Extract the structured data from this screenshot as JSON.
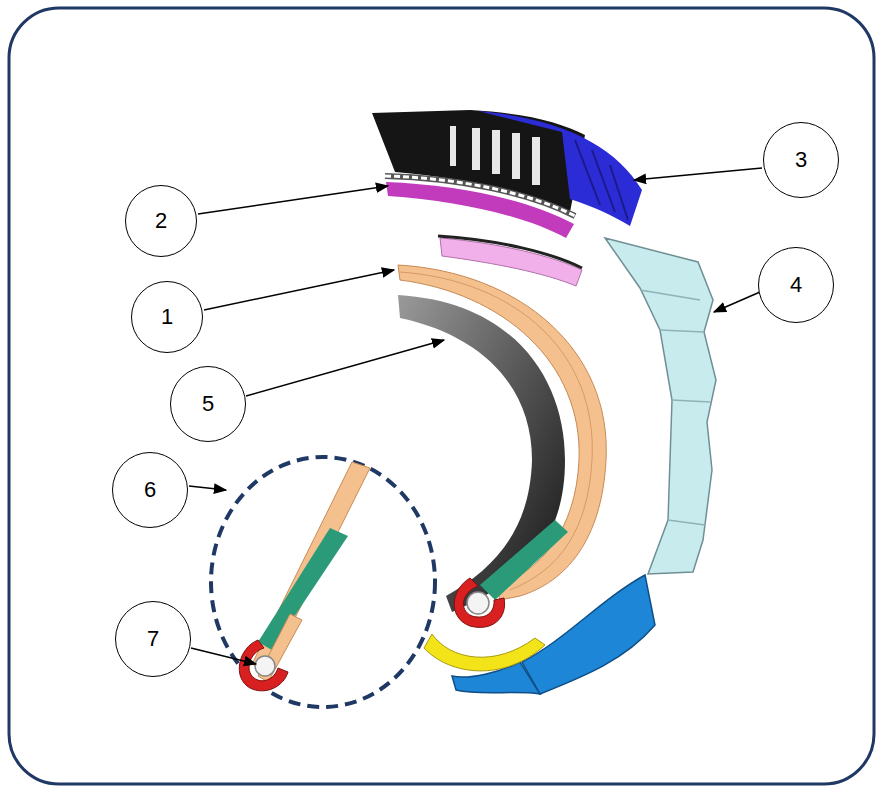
{
  "diagram": {
    "nodes": [
      {
        "text": [
          "3"
        ]
      },
      {
        "text": [
          "2"
        ]
      },
      {
        "text": [
          "4"
        ]
      },
      {
        "text": [
          "1"
        ]
      },
      {
        "text": [
          "5"
        ]
      },
      {
        "text": [
          "6"
        ]
      },
      {
        "text": [
          "7"
        ]
      }
    ]
  }
}
